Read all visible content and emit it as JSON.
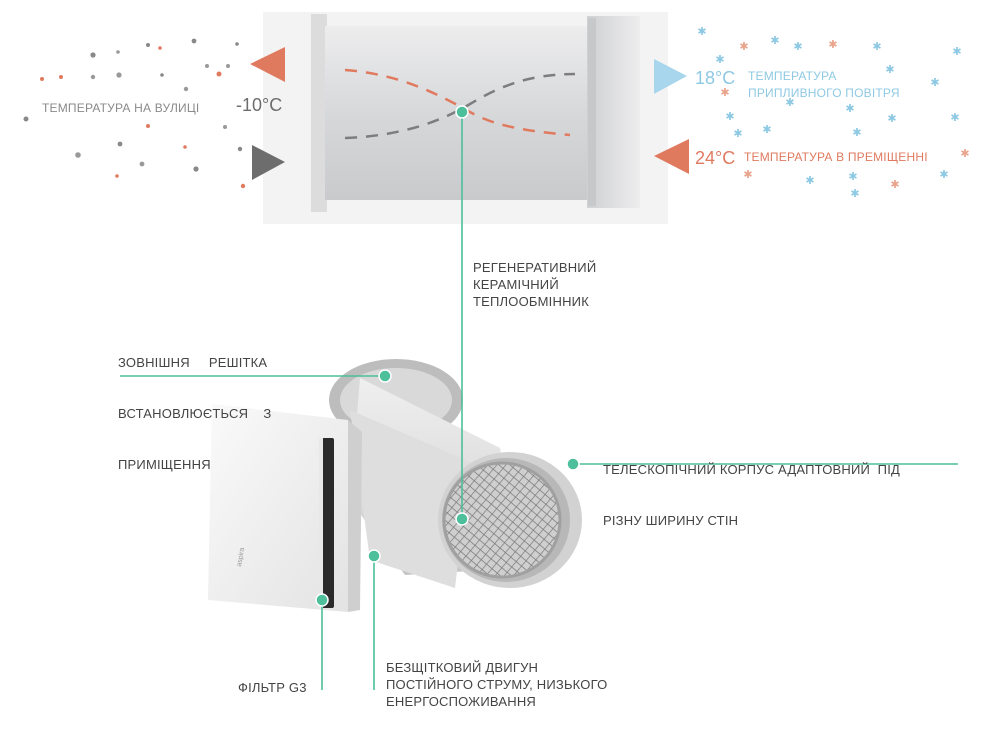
{
  "outside": {
    "label": "ТЕМПЕРАТУРА НА ВУЛИЦІ",
    "temp": "-10°C"
  },
  "supply": {
    "temp": "18°C",
    "label_line1": "ТЕМПЕРАТУРА",
    "label_line2": "ПРИПЛИВНОГО ПОВІТРЯ"
  },
  "room": {
    "temp": "24°C",
    "label": "ТЕМПЕРАТУРА В ПРЕМІЩЕННІ"
  },
  "callouts": {
    "exchanger": [
      "РЕГЕНЕРАТИВНИЙ",
      "КЕРАМІЧНИЙ",
      "ТЕПЛООБМІННИК"
    ],
    "grille": [
      "ЗОВНІШНЯ     РЕШІТКА",
      "ВСТАНОВЛЮЄТЬСЯ    З",
      "ПРИМІЩЕННЯ"
    ],
    "telescopic": [
      "ТЕЛЕСКОПІЧНИЙ КОРПУС АДАПТОВНИЙ  ПІД",
      "РІЗНУ ШИРИНУ СТІН"
    ],
    "filter": "ФІЛЬТР G3",
    "motor": [
      "БЕЗЩІТКОВИЙ ДВИГУН",
      "ПОСТІЙНОГО СТРУМУ, НИЗЬКОГО",
      "ЕНЕРГОСПОЖИВАННЯ"
    ]
  },
  "brand": "aspira",
  "colors": {
    "warm": "#e07a5f",
    "cool": "#8ec9e3",
    "dark": "#6d6d6d",
    "leader": "#4dbf9b",
    "text": "#444444"
  }
}
